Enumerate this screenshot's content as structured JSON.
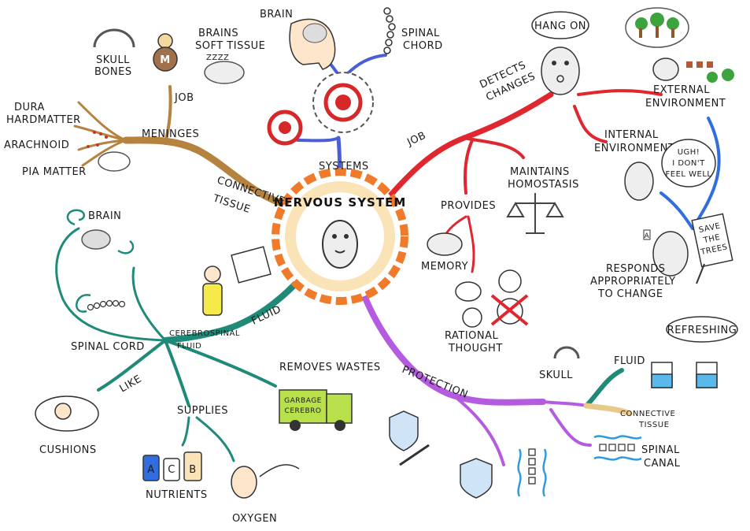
{
  "center": {
    "title": "NERVOUS SYSTEM"
  },
  "colors": {
    "meninges": "#b5823f",
    "job": "#e0262e",
    "fluid": "#1f8a78",
    "protection": "#b45be0",
    "systems": "#4a5fd6",
    "environment": "#2f6de0",
    "sun_outer": "#f07a2a",
    "sun_inner": "#fbe3b8"
  },
  "labels": {
    "connective_tissue_a": "CONNECTIVE",
    "connective_tissue_b": "TISSUE",
    "meninges": "MENINGES",
    "job_top": "JOB",
    "dura_a": "DURA",
    "dura_b": "HARDMATTER",
    "arachnoid": "ARACHNOID",
    "pia": "PIA MATTER",
    "skull_bones_a": "SKULL",
    "skull_bones_b": "BONES",
    "brains_soft_a": "BRAINS",
    "brains_soft_b": "SOFT TISSUE",
    "zzz": "ZZZZ",
    "brain_top": "BRAIN",
    "spinal_chord_a": "SPINAL",
    "spinal_chord_b": "CHORD",
    "systems": "SYSTEMS",
    "job_right": "JOB",
    "detects_a": "DETECTS",
    "detects_b": "CHANGES",
    "hang_on": "HANG ON",
    "external_a": "EXTERNAL",
    "external_b": "ENVIRONMENT",
    "internal_a": "INTERNAL",
    "internal_b": "ENVIRONMENT",
    "ugh_a": "UGH!",
    "ugh_b": "I DON'T",
    "ugh_c": "FEEL WELL",
    "maintains_a": "MAINTAINS",
    "maintains_b": "HOMOSTASIS",
    "provides": "PROVIDES",
    "memory": "MEMORY",
    "rational_a": "RATIONAL",
    "rational_b": "THOUGHT",
    "responds_a": "RESPONDS",
    "responds_b": "APPROPRIATELY",
    "responds_c": "TO CHANGE",
    "save_a": "SAVE",
    "save_b": "THE",
    "save_c": "TREES",
    "brain_left": "BRAIN",
    "spinal_cord": "SPINAL CORD",
    "cerebrospinal": "CEREBROSPINAL",
    "fluid_small": "FLUID",
    "fluid_big": "FLUID",
    "like": "LIKE",
    "cushions": "CUSHIONS",
    "supplies": "SUPPLIES",
    "nutrients": "NUTRIENTS",
    "oxygen": "OXYGEN",
    "removes_wastes": "REMOVES WASTES",
    "garbage_a": "GARBAGE",
    "garbage_b": "CEREBRO",
    "protection": "PROTECTION",
    "skull": "SKULL",
    "fluid_right": "FLUID",
    "connective_right_a": "CONNECTIVE",
    "connective_right_b": "TISSUE",
    "spinal_canal_a": "SPINAL",
    "spinal_canal_b": "CANAL",
    "refreshing": "REFRESHING",
    "job_meninges": "JOB",
    "bottle_a": "A",
    "bottle_c": "C",
    "bottle_b": "B",
    "m_letter": "M",
    "letter_a_hand": "A"
  }
}
